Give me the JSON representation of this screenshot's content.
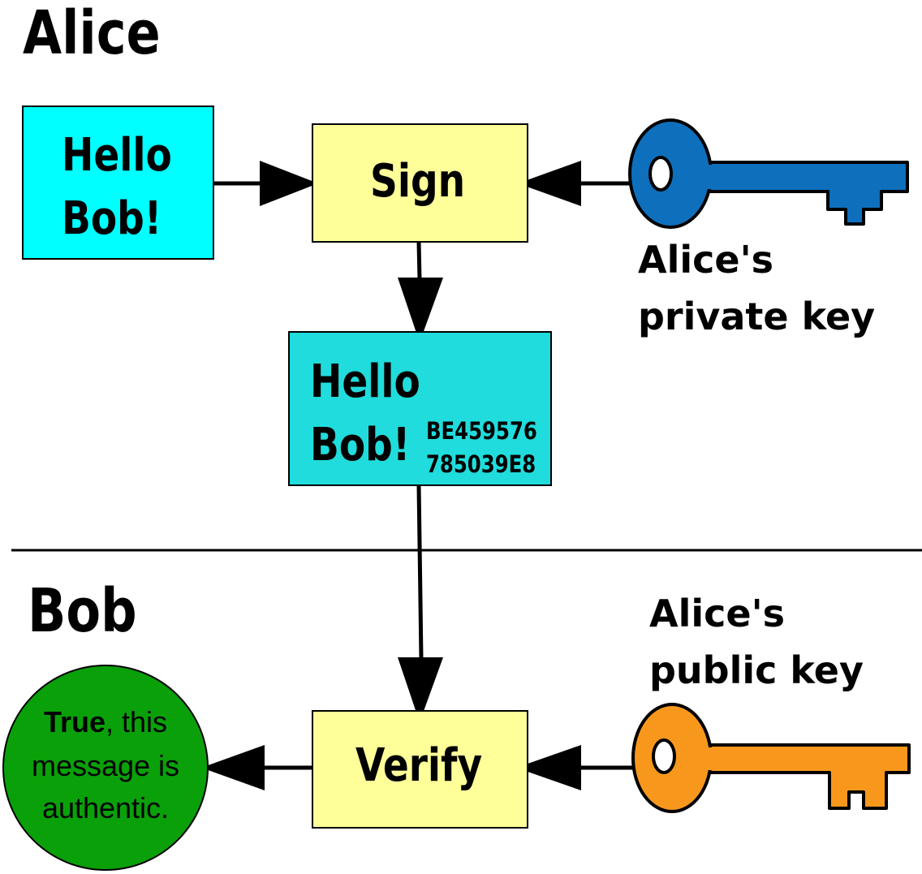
{
  "sections": {
    "alice": "Alice",
    "bob": "Bob"
  },
  "message": {
    "line1": "Hello",
    "line2": "Bob!"
  },
  "signed_message": {
    "line1": "Hello",
    "line2": "Bob!",
    "signature_line1": "BE459576",
    "signature_line2": "785039E8"
  },
  "sign_step": "Sign",
  "verify_step": "Verify",
  "private_key": {
    "line1": "Alice's",
    "line2": "private key",
    "color": "#0e6fbd"
  },
  "public_key": {
    "line1": "Alice's",
    "line2": "public key",
    "color": "#f7981d"
  },
  "result": {
    "bold": "True",
    "rest1": ", this",
    "line2": "message is",
    "line3": "authentic.",
    "color": "#0aa00a"
  },
  "colors": {
    "message_box": "#00ffff",
    "signed_box": "#20dcdc",
    "process_box": "#ffff99"
  }
}
